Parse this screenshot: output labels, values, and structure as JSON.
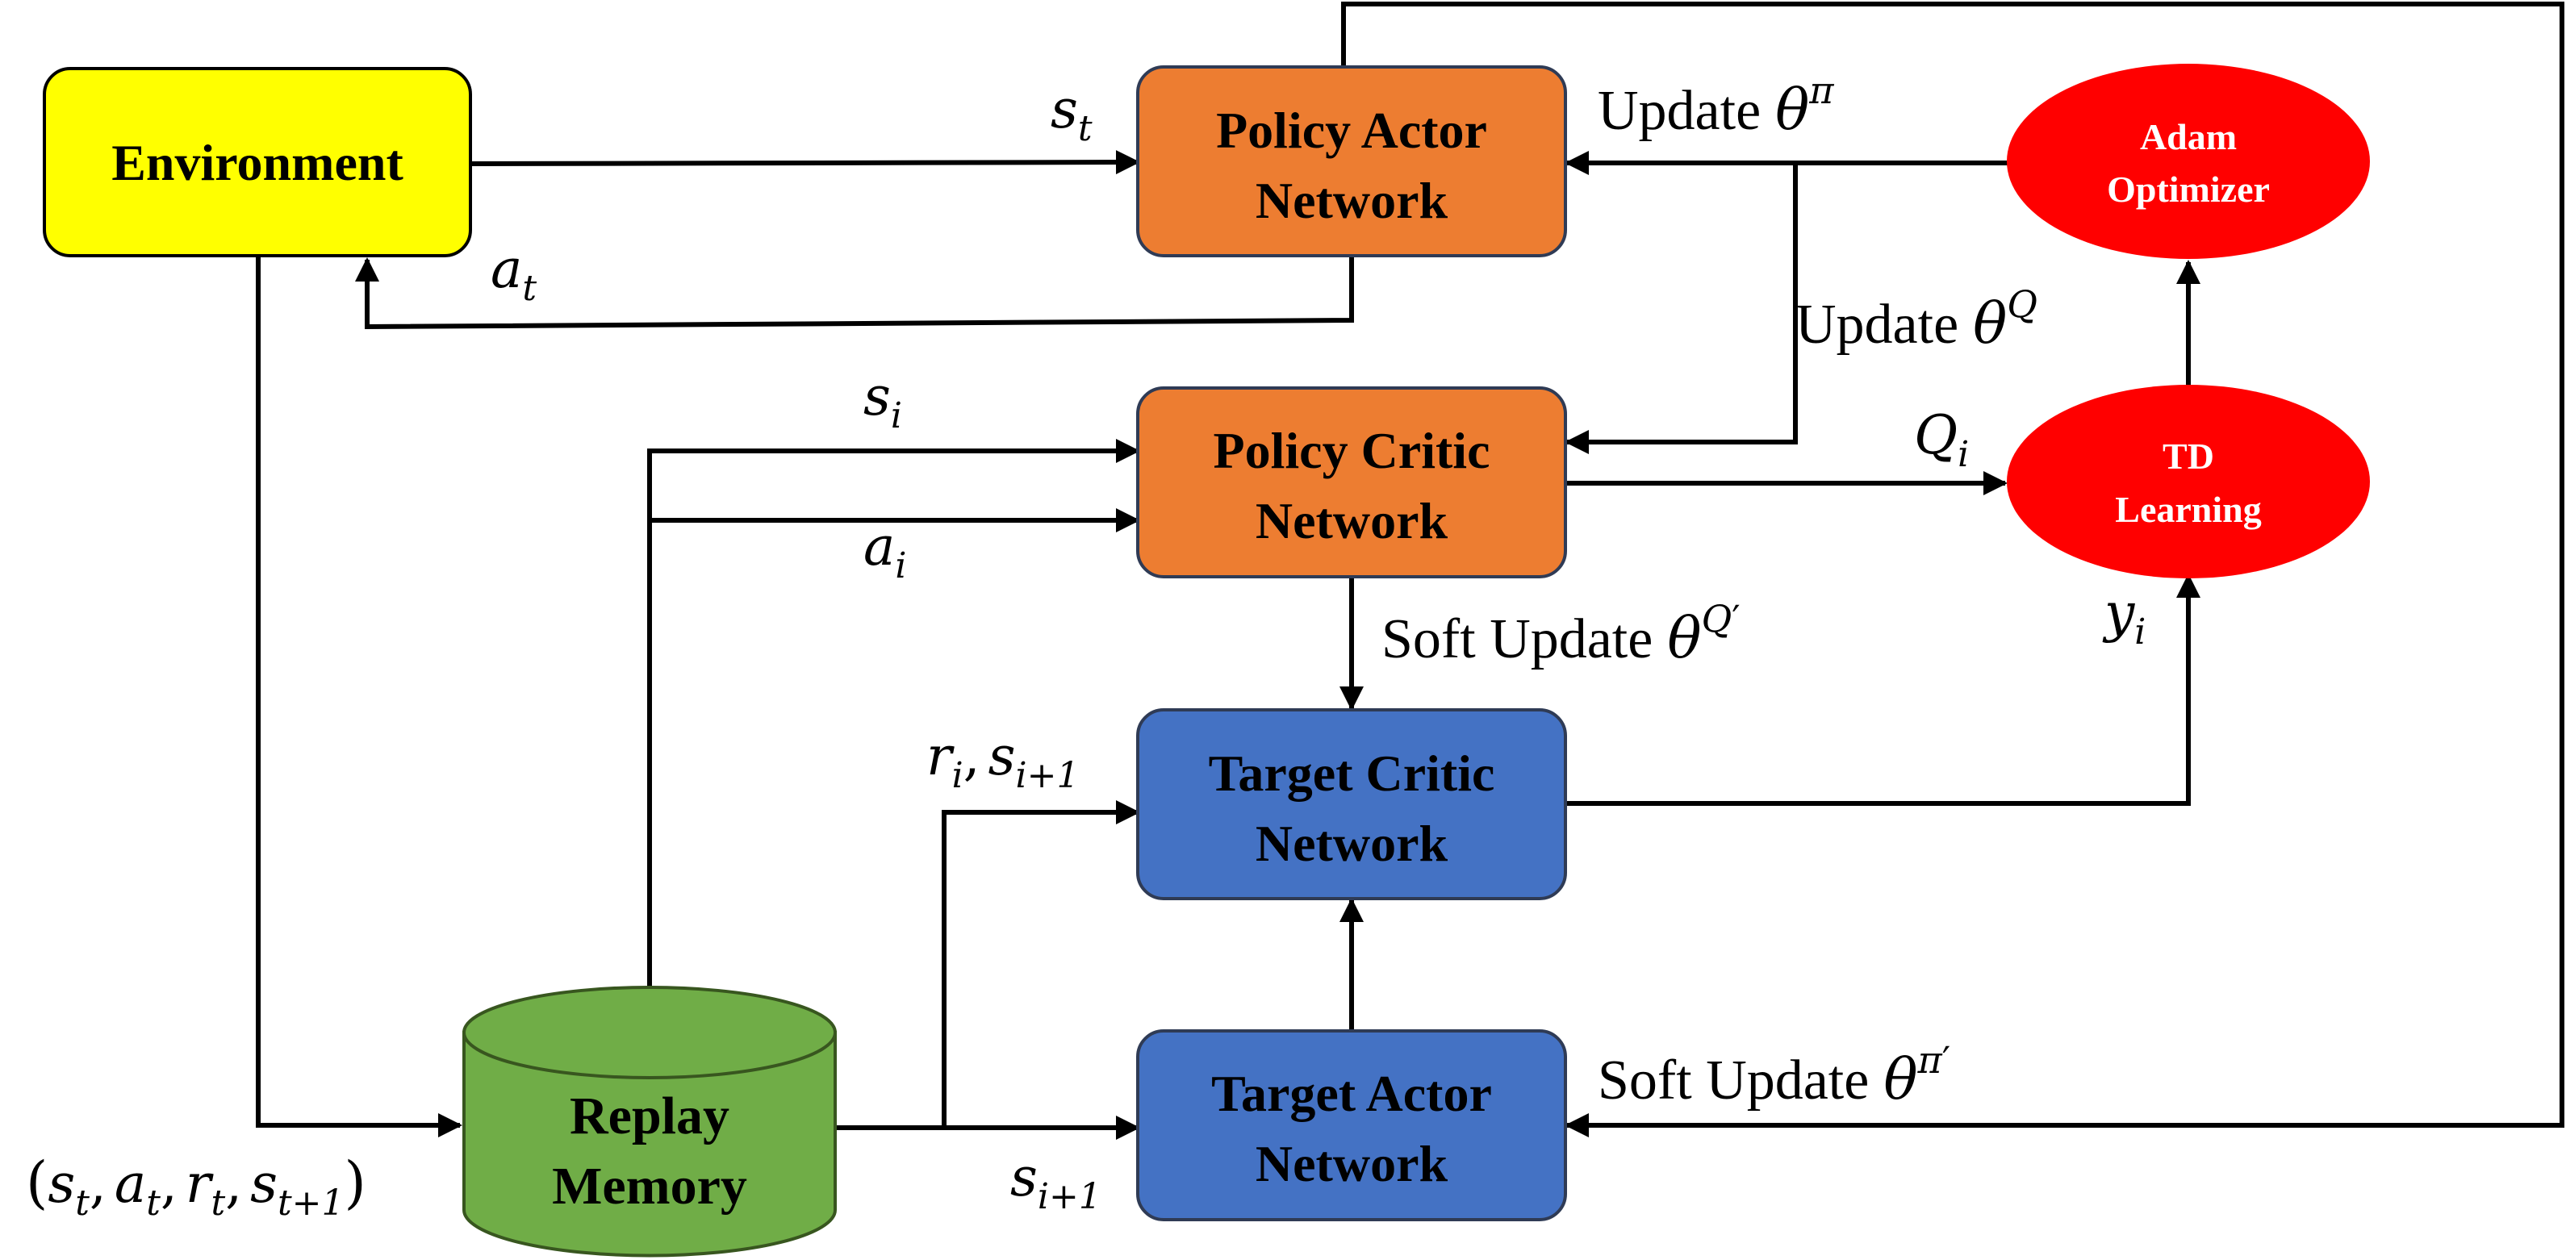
{
  "colors": {
    "environment": "#FFFF00",
    "policy": "#ED7D31",
    "target": "#4472C4",
    "optimizer": "#FF0000",
    "memory": "#70AD47",
    "stroke": "#000000"
  },
  "nodes": {
    "environment": {
      "label": "Environment"
    },
    "policy_actor": {
      "line1": "Policy Actor",
      "line2": "Network"
    },
    "policy_critic": {
      "line1": "Policy Critic",
      "line2": "Network"
    },
    "target_critic": {
      "line1": "Target Critic",
      "line2": "Network"
    },
    "target_actor": {
      "line1": "Target Actor",
      "line2": "Network"
    },
    "adam": {
      "line1": "Adam",
      "line2": "Optimizer"
    },
    "td": {
      "line1": "TD",
      "line2": "Learning"
    },
    "replay": {
      "line1": "Replay",
      "line2": "Memory"
    }
  },
  "labels": {
    "update_word": "Update",
    "soft_update_word": "Soft Update",
    "theta": "θ",
    "pi": "π",
    "Q": "Q",
    "prime": "′",
    "s": "s",
    "a": "a",
    "r": "r",
    "y": "y",
    "t": "t",
    "i": "i",
    "i_plus_1": "i+1",
    "t_plus_1": "t+1",
    "open_paren": "(",
    "close_paren": ")",
    "comma": ","
  }
}
